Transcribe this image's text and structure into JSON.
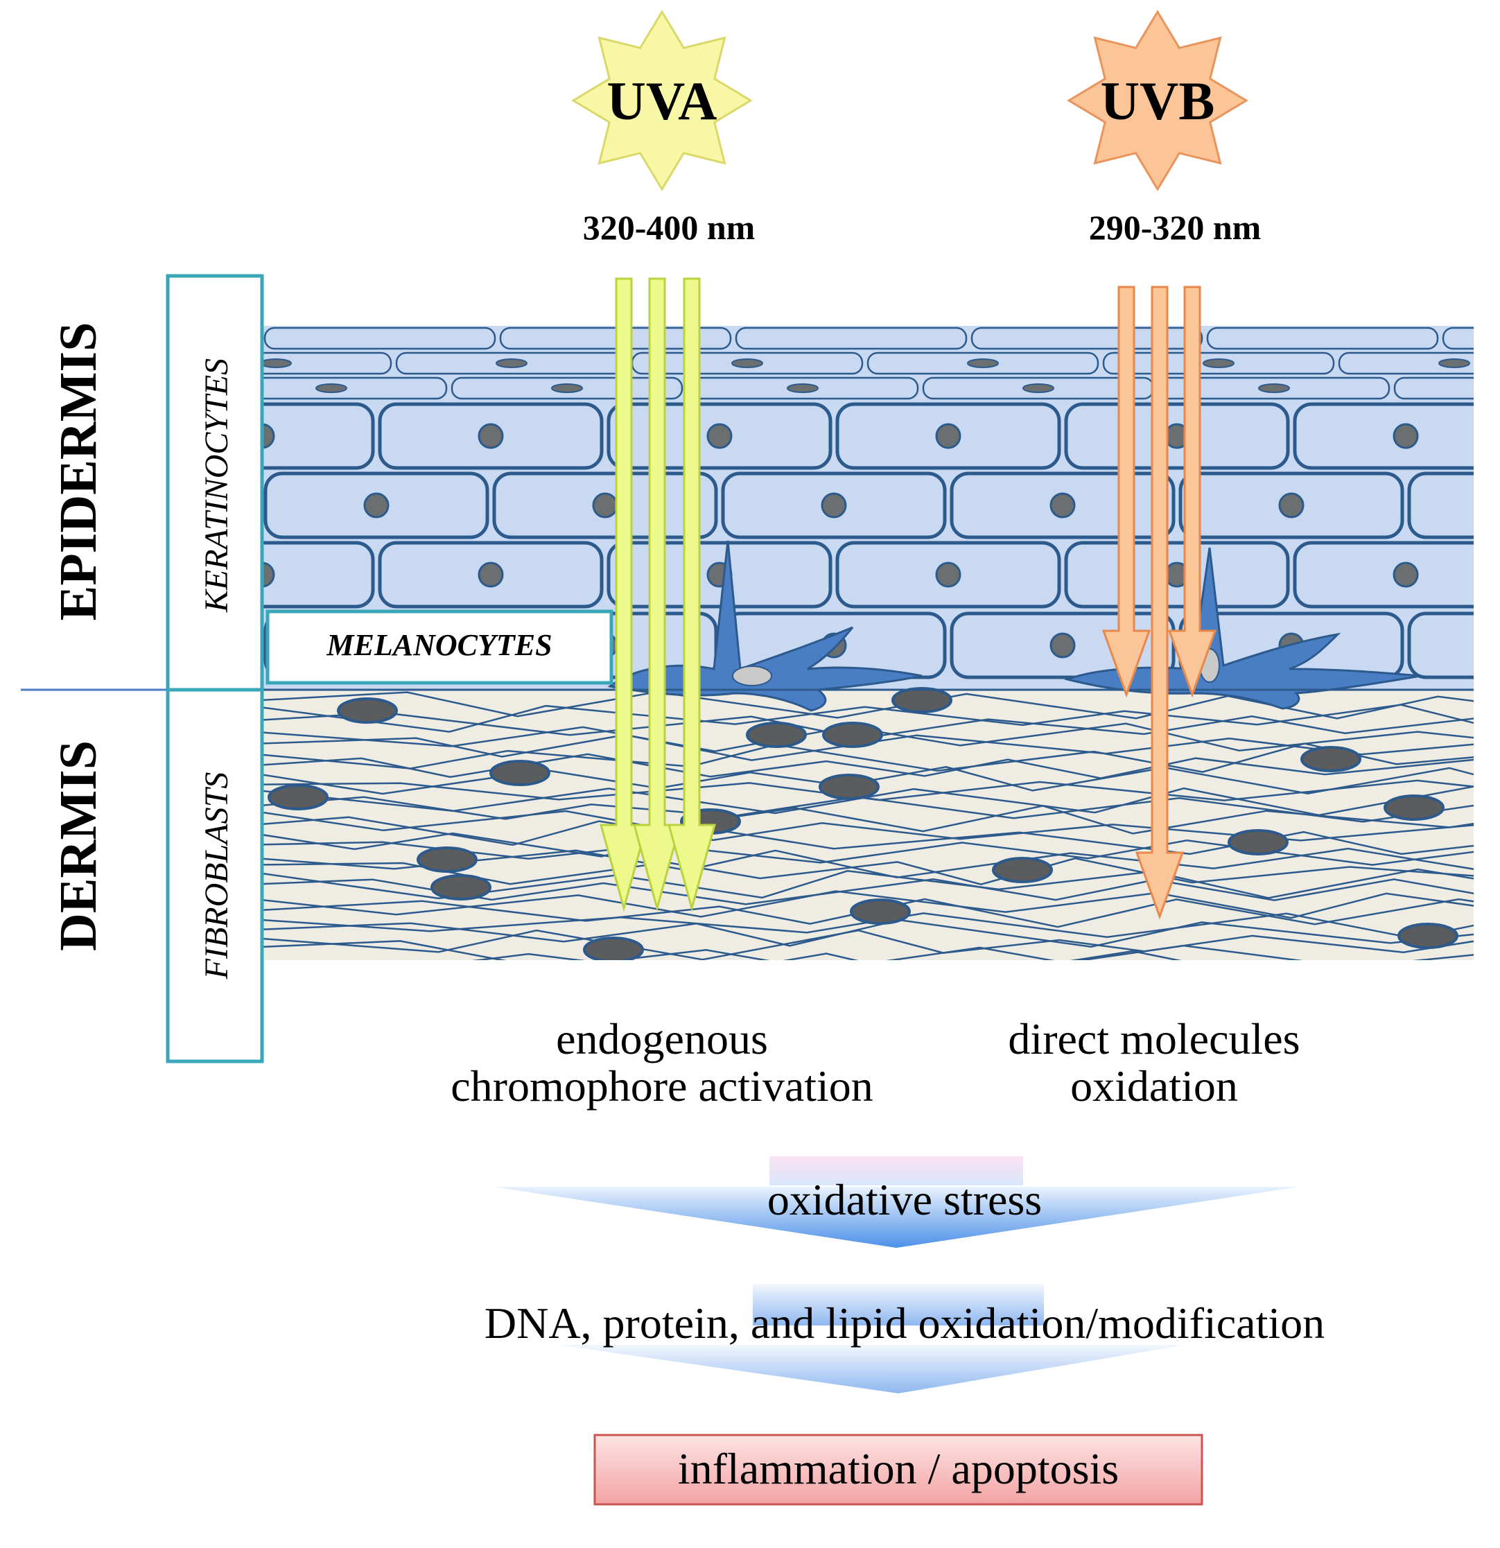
{
  "sources": [
    {
      "id": "uva",
      "label": "UVA",
      "wavelength": "320-400 nm",
      "fill": "#f7f7a6",
      "stroke": "#d9d96a",
      "arrow_fill": "#eef98c",
      "arrow_stroke": "#b9d23e"
    },
    {
      "id": "uvb",
      "label": "UVB",
      "wavelength": "290-320 nm",
      "fill": "#fbc597",
      "stroke": "#e8945c",
      "arrow_fill": "#fbc59a",
      "arrow_stroke": "#e8884a"
    }
  ],
  "layers": {
    "epidermis": "EPIDERMIS",
    "dermis": "DERMIS"
  },
  "cell_labels": {
    "keratinocytes": "KERATINOCYTES",
    "fibroblasts": "FIBROBLASTS",
    "melanocytes": "MELANOCYTES"
  },
  "mechanisms": {
    "uva": [
      "endogenous",
      "chromophore activation"
    ],
    "uvb": [
      "direct molecules",
      "oxidation"
    ]
  },
  "flow": {
    "step1": "oxidative stress",
    "step2": "DNA, protein, and lipid oxidation/modification",
    "outcome": "inflammation / apoptosis"
  },
  "colors": {
    "epidermis_fill": "#c8d9f1",
    "cell_border": "#2d5a8c",
    "dermis_fill": "#efede3",
    "nucleus": "#6b6f70",
    "melanocyte": "#4a7ec4",
    "label_box": "#3aa6b9",
    "outcome_fill": "#f5a8a8",
    "outcome_stroke": "#c95454",
    "flow_arrow": "#6aa6ea"
  }
}
